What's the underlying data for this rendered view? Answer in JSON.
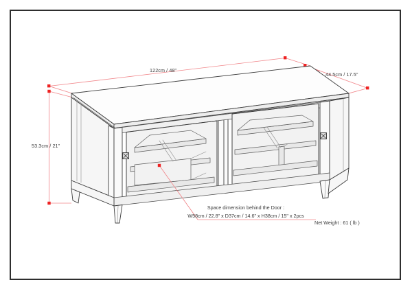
{
  "product": {
    "type": "tv-stand",
    "view": "isometric-technical-drawing"
  },
  "dimensions": {
    "width_label": "122cm / 48\"",
    "depth_label": "44.5cm / 17.5\"",
    "height_label": "53.3cm / 21\""
  },
  "annotations": {
    "space_title": "Space dimension behind the Door :",
    "space_detail": "W58cm / 22.8\" x D37cm / 14.6\" x H38cm / 15\" x 2pcs",
    "net_weight": "Net Weight : 61 ( lb )"
  },
  "colors": {
    "dimension_red": "#f1868a",
    "marker_red": "#ee2222",
    "line_dark": "#3c3c3c",
    "line_mid": "#6e6e6e",
    "text": "#3a3a3a",
    "frame": "#2e2e2e",
    "background": "#ffffff"
  }
}
